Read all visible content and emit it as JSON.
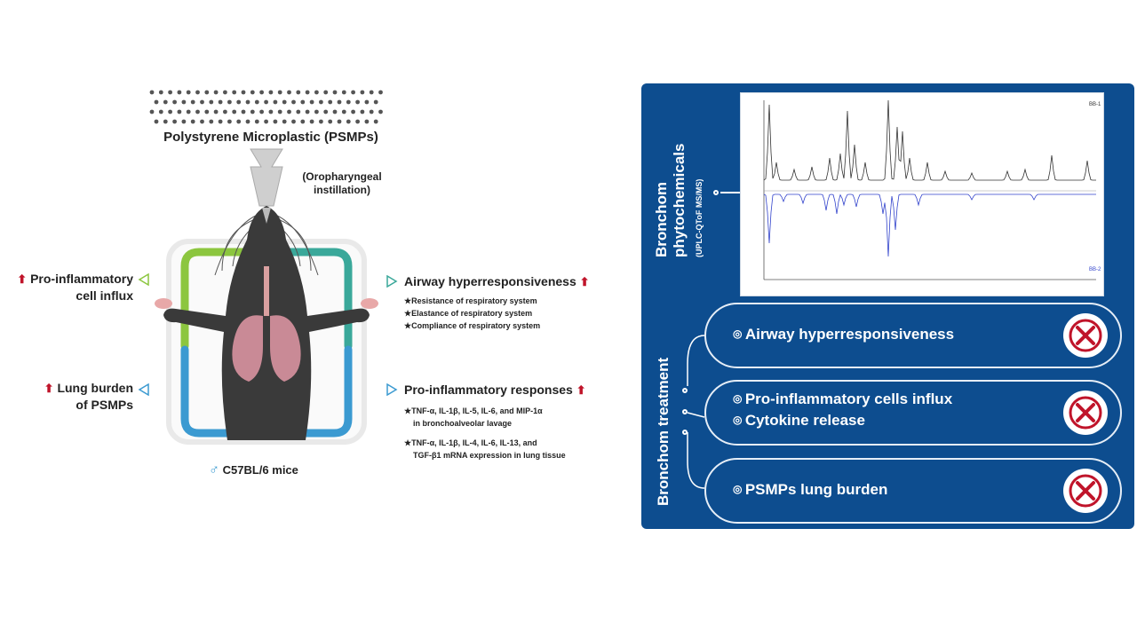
{
  "left": {
    "particles_title": "Polystyrene Microplastic (PSMPs)",
    "instillation": [
      "(Oropharyngeal",
      "instillation)"
    ],
    "pro_inflammatory_influx": [
      "Pro-inflammatory",
      "cell influx"
    ],
    "lung_burden": [
      "Lung burden",
      "of PSMPs"
    ],
    "airway_title": "Airway hyperresponsiveness",
    "airway_items": [
      "Resistance of respiratory system",
      "Elastance of respiratory system",
      "Compliance of respiratory system"
    ],
    "responses_title": "Pro-inflammatory responses",
    "responses_items": [
      "TNF-α, IL-1β, IL-5, IL-6, and MIP-1α",
      "in bronchoalveolar lavage"
    ],
    "responses_items2": [
      "TNF-α, IL-1β, IL-4, IL-6, IL-13, and",
      "TGF-β1 mRNA expression in lung tissue"
    ],
    "mice_label": "C57BL/6 mice",
    "mice_symbol": "♂",
    "up_arrow": "⬆"
  },
  "right": {
    "phyto_title": [
      "Bronchom",
      "phytochemicals"
    ],
    "phyto_subtitle": "(UPLC-QToF MS/MS)",
    "treatment_title": "Bronchom  treatment",
    "chart_tag_top": "BB-1",
    "chart_tag_bottom": "BB-2",
    "outcomes": [
      {
        "lines": [
          "Airway hyperresponsiveness"
        ]
      },
      {
        "lines": [
          "Pro-inflammatory cells influx",
          "Cytokine release"
        ]
      },
      {
        "lines": [
          "PSMPs lung burden"
        ]
      }
    ]
  },
  "colors": {
    "panel": "#0d4d8f",
    "arrow_up": "#c0142a",
    "x_mark": "#c0142a",
    "frame_green": "#8cc63f",
    "frame_teal": "#3aa89a",
    "frame_blue": "#3b9ad1",
    "chromatogram_top": "#333333",
    "chromatogram_bottom": "#3344cc"
  },
  "icons": [
    "particles-icon",
    "funnel-icon",
    "mouse-illustration",
    "lungs-icon",
    "cancel-icon",
    "chromatogram"
  ]
}
